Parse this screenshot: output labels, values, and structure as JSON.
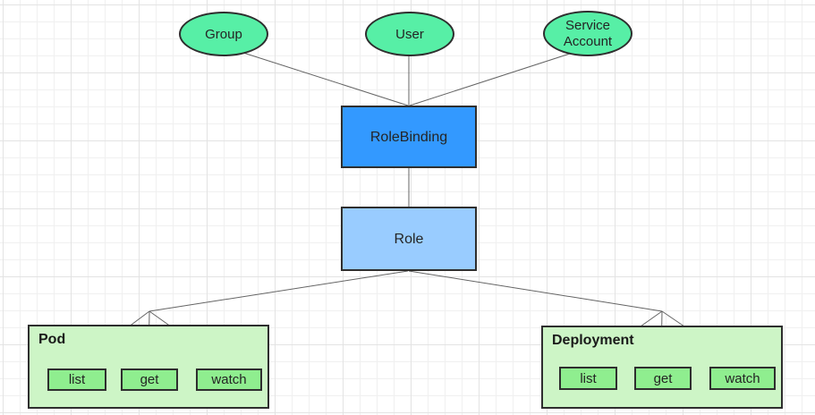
{
  "diagram": {
    "subjects": [
      {
        "id": "group",
        "label": "Group"
      },
      {
        "id": "user",
        "label": "User"
      },
      {
        "id": "service-account",
        "label": "Service Account"
      }
    ],
    "binding": {
      "label": "RoleBinding"
    },
    "role": {
      "label": "Role"
    },
    "resources": [
      {
        "id": "pod",
        "title": "Pod",
        "verbs": [
          "list",
          "get",
          "watch"
        ]
      },
      {
        "id": "deployment",
        "title": "Deployment",
        "verbs": [
          "list",
          "get",
          "watch"
        ]
      }
    ],
    "colors": {
      "subject_fill": "#57EFA6",
      "binding_fill": "#3399FF",
      "role_fill": "#99CCFF",
      "container_fill": "#CDF5C6",
      "verb_fill": "#8FEE8F",
      "border": "#2E2E2E",
      "connector": "#646464",
      "text": "#242424"
    }
  }
}
